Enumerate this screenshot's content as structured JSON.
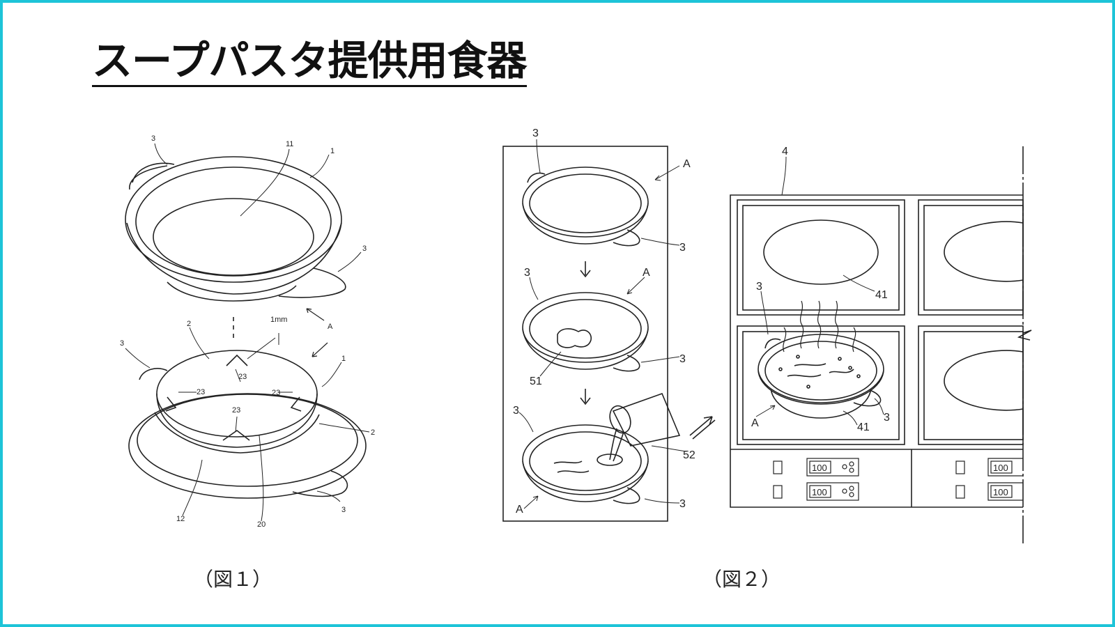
{
  "slide": {
    "title": "スープパスタ提供用食器",
    "border_color": "#1ec4d8"
  },
  "figure1": {
    "caption": "（図１）",
    "labels": {
      "l3a": "3",
      "l11": "11",
      "l1a": "1",
      "l3b": "3",
      "l2a": "2",
      "l1mm": "1mm",
      "lA": "A",
      "l3c": "3",
      "l1b": "1",
      "l23a": "23",
      "l23b": "23",
      "l23c": "23",
      "l23d": "23",
      "l2b": "2",
      "l12": "12",
      "l20": "20",
      "l3d": "3"
    }
  },
  "figure2": {
    "caption": "（図２）",
    "labels": {
      "p3a": "3",
      "pAa": "A",
      "p3b": "3",
      "p3c": "3",
      "pAb": "A",
      "p3d": "3",
      "p51": "51",
      "p3e": "3",
      "p52": "52",
      "pAc": "A",
      "p3f": "3",
      "c4": "4",
      "c41a": "41",
      "c3a": "3",
      "cA": "A",
      "c41b": "41",
      "c3b": "3"
    },
    "display_values": [
      "100",
      "100",
      "100",
      "100"
    ]
  }
}
